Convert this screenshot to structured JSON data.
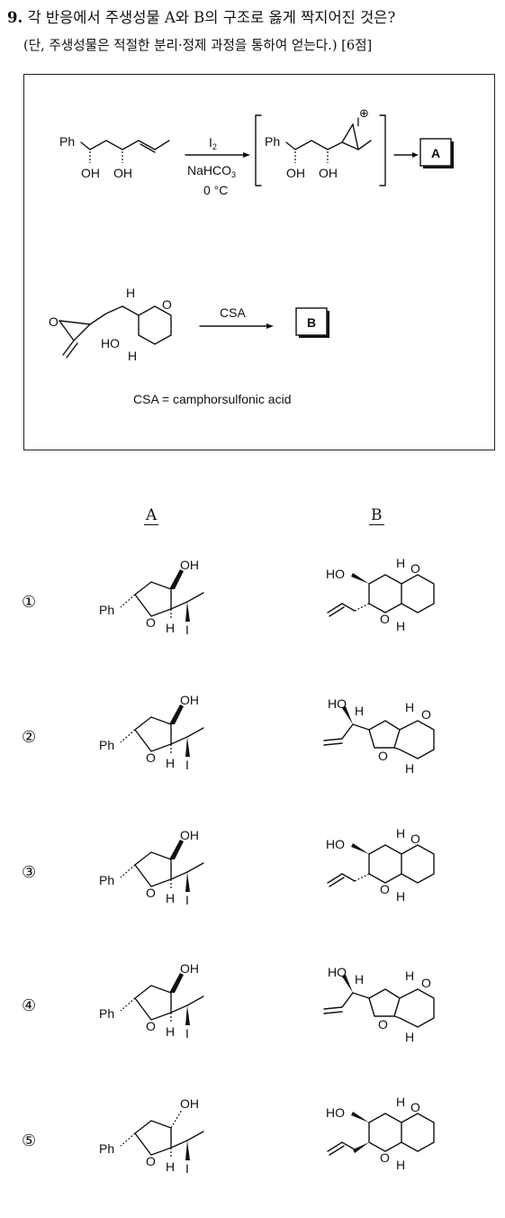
{
  "question": {
    "number": "9.",
    "text": "각 반응에서 주생성물 A와 B의 구조로 옳게 짝지어진 것은?",
    "note": "(단, 주생성물은 적절한 분리·정제 과정을 통하여 얻는다.) [6점]"
  },
  "scheme": {
    "reagent_1": "I",
    "reagent_1_sub": "2",
    "reagent_2": "NaHCO",
    "reagent_2_sub": "3",
    "temp": "0 °C",
    "product_a": "A",
    "reagent_3": "CSA",
    "product_b": "B",
    "footnote": "CSA = camphorsulfonic acid"
  },
  "labels": {
    "ph": "Ph",
    "oh": "OH",
    "ho": "HO",
    "o": "O",
    "h": "H",
    "i": "I",
    "plus": "⊕"
  },
  "columns": {
    "a": "A",
    "b": "B"
  },
  "options": [
    {
      "num": "①",
      "b_type": "pyran",
      "oh_up": true,
      "vinyl_dashed": true
    },
    {
      "num": "②",
      "b_type": "furan",
      "oh_up": true,
      "vinyl_dashed": false
    },
    {
      "num": "③",
      "b_type": "pyran",
      "oh_up": true,
      "vinyl_dashed": true
    },
    {
      "num": "④",
      "b_type": "furan",
      "oh_up": true,
      "vinyl_dashed": false
    },
    {
      "num": "⑤",
      "b_type": "pyran",
      "oh_up": false,
      "vinyl_dashed": false
    }
  ]
}
